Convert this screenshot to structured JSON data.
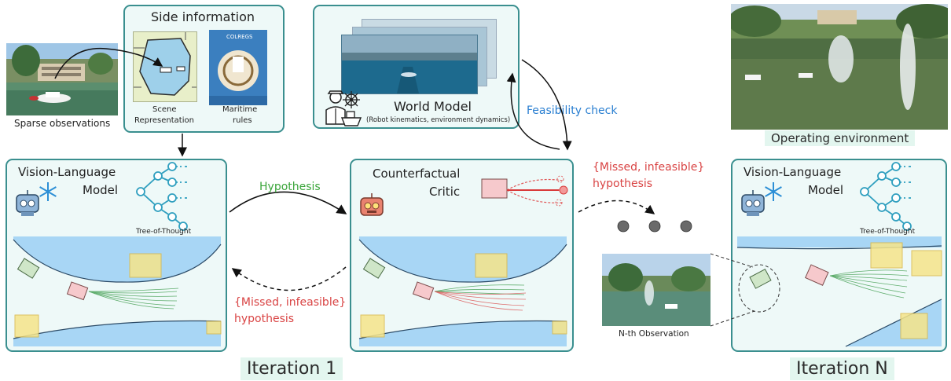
{
  "side_info": {
    "title": "Side information",
    "scene_label_1": "Scene",
    "scene_label_2": "Representation",
    "rules_label_1": "Maritime",
    "rules_label_2": "rules",
    "book_title": "COLREGS"
  },
  "sparse_label": "Sparse observations",
  "world_model": {
    "title": "World Model",
    "subtitle": "(Robot kinematics, environment dynamics)"
  },
  "feasibility_label": "Feasibility check",
  "operating_label": "Operating environment",
  "vlm_left": {
    "title_1": "Vision-Language",
    "title_2": "Model",
    "tot_label": "Tree-of-Thought"
  },
  "critic": {
    "title_1": "Counterfactual",
    "title_2": "Critic"
  },
  "vlm_right": {
    "title_1": "Vision-Language",
    "title_2": "Model",
    "tot_label": "Tree-of-Thought"
  },
  "hypothesis_label": "Hypothesis",
  "missed_left_1": "{Missed, infeasible}",
  "missed_left_2": "hypothesis",
  "missed_top_1": "{Missed, infeasible}",
  "missed_top_2": "hypothesis",
  "nth_label": "N-th Observation",
  "iteration_1": "Iteration 1",
  "iteration_n": "Iteration N",
  "colors": {
    "panel_border": "#3a8f8f",
    "panel_bg": "#eef9f8",
    "water": "#a8d6f5",
    "green_text": "#3aa53a",
    "red_text": "#d94444",
    "blue_text": "#2a7fd1"
  }
}
